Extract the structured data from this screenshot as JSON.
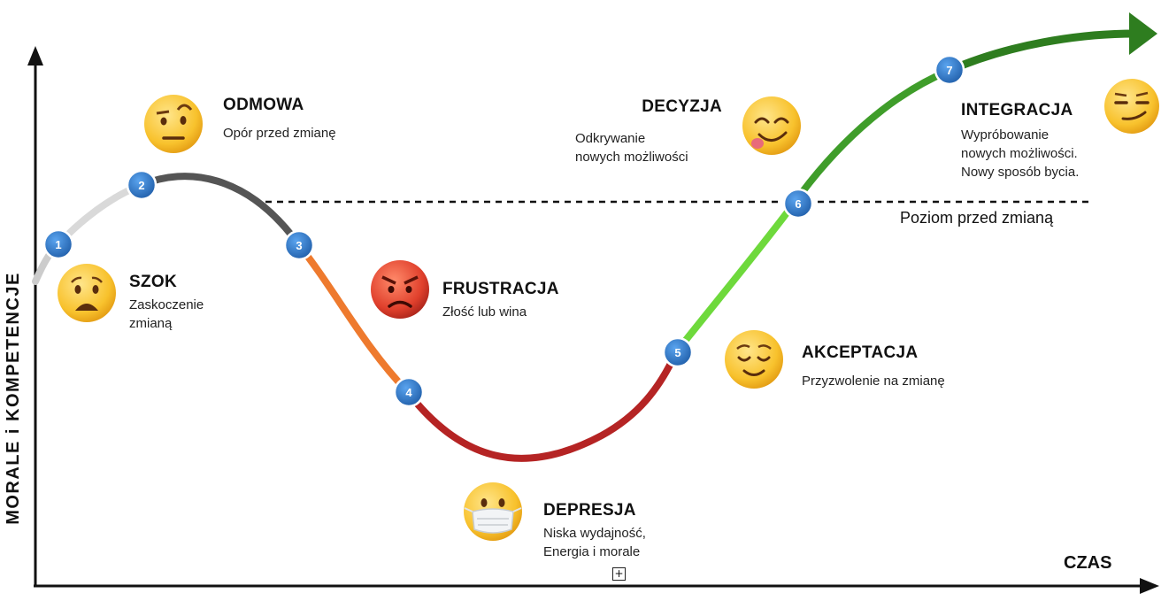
{
  "axes": {
    "y_label": "MORALE i KOMPETENCJE",
    "x_label": "CZAS"
  },
  "reference_line": {
    "label": "Poziom przed zmianą"
  },
  "stages": [
    {
      "number": "1",
      "title": "SZOK",
      "desc": [
        "Zaskoczenie",
        "zmianą"
      ],
      "emoji": "worried-face-icon",
      "segment_color": "#d9d9d9"
    },
    {
      "number": "2",
      "title": "ODMOWA",
      "desc": [
        "Opór przed zmianę"
      ],
      "emoji": "raised-eyebrow-face-icon",
      "segment_color": "#555555"
    },
    {
      "number": "3",
      "title": "FRUSTRACJA",
      "desc": [
        "Złość lub wina"
      ],
      "emoji": "angry-face-icon",
      "segment_color": "#ee7a2e"
    },
    {
      "number": "4",
      "title": "DEPRESJA",
      "desc": [
        "Niska wydajność,",
        "Energia i morale"
      ],
      "emoji": "mask-face-icon",
      "segment_color": "#b52424"
    },
    {
      "number": "5",
      "title": "AKCEPTACJA",
      "desc": [
        "Przyzwolenie na zmianę"
      ],
      "emoji": "relieved-face-icon",
      "segment_color": "#6ed93c"
    },
    {
      "number": "6",
      "title": "DECYZJA",
      "desc": [
        "Odkrywanie",
        "nowych możliwości"
      ],
      "emoji": "yum-face-icon",
      "segment_color": "#3f9d2a"
    },
    {
      "number": "7",
      "title": "INTEGRACJA",
      "desc": [
        "Wypróbowanie",
        "nowych możliwości.",
        "Nowy sposób bycia."
      ],
      "emoji": "smirk-face-icon",
      "segment_color": "#2e7d1f"
    }
  ],
  "colors": {
    "badge": "#2c72c2",
    "arrow_head": "#2e7d1f",
    "emoji_yellow": "#fbc62e",
    "emoji_red": "#e0402c"
  }
}
